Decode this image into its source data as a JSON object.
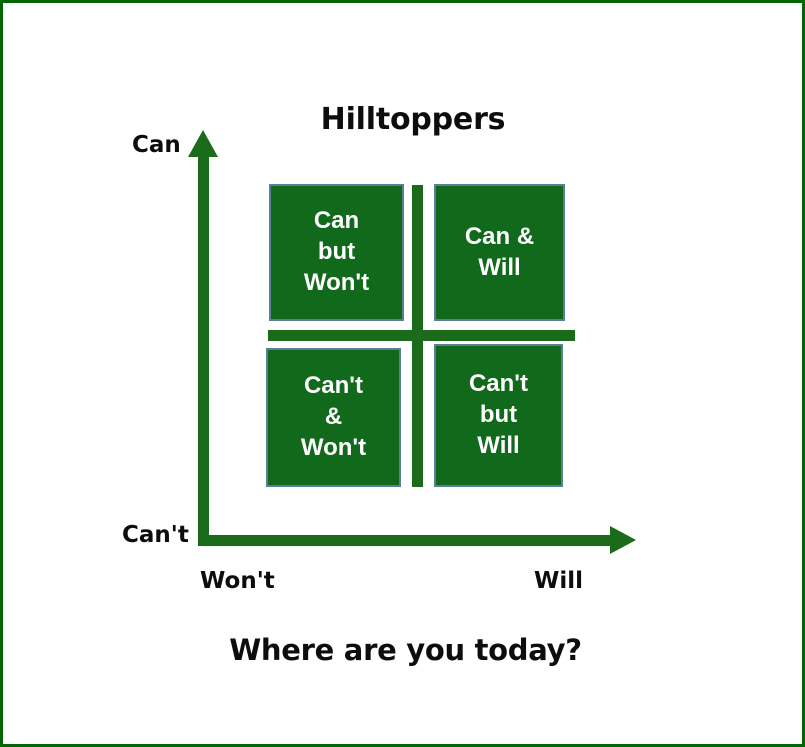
{
  "diagram": {
    "title": "Hilltoppers",
    "caption": "Where are you today?",
    "border_color": "#006600",
    "background_color": "#ffffff"
  },
  "axes": {
    "y_top_label": "Can",
    "y_bottom_label": "Can't",
    "x_left_label": "Won't",
    "x_right_label": "Will",
    "axis_color": "#1a6b1a"
  },
  "quadrants": [
    {
      "id": "can-but-wont",
      "label": "Can\nbut\nWon't",
      "position": "top-left",
      "x_value": "Won't",
      "y_value": "Can",
      "fill_color": "#11691b",
      "border_color": "#5b7f96",
      "text_color": "#ffffff"
    },
    {
      "id": "can-and-will",
      "label": "Can &\nWill",
      "position": "top-right",
      "x_value": "Will",
      "y_value": "Can",
      "fill_color": "#11691b",
      "border_color": "#5b7f96",
      "text_color": "#ffffff"
    },
    {
      "id": "cant-and-wont",
      "label": "Can't\n&\nWon't",
      "position": "bottom-left",
      "x_value": "Won't",
      "y_value": "Can't",
      "fill_color": "#11691b",
      "border_color": "#5b7f96",
      "text_color": "#ffffff"
    },
    {
      "id": "cant-but-will",
      "label": "Can't\nbut\nWill",
      "position": "bottom-right",
      "x_value": "Will",
      "y_value": "Can't",
      "fill_color": "#11691b",
      "border_color": "#5b7f96",
      "text_color": "#ffffff"
    }
  ],
  "chart_data": {
    "type": "scatter",
    "title": "Hilltoppers",
    "subtitle": "Where are you today?",
    "xlabel": "",
    "ylabel": "",
    "x_ticklabels": [
      "Won't",
      "Will"
    ],
    "y_ticklabels": [
      "Can't",
      "Can"
    ],
    "grid": false,
    "legend_position": "none",
    "annotations": [
      {
        "quadrant": "top-left",
        "text": "Can but Won't"
      },
      {
        "quadrant": "top-right",
        "text": "Can & Will"
      },
      {
        "quadrant": "bottom-left",
        "text": "Can't & Won't"
      },
      {
        "quadrant": "bottom-right",
        "text": "Can't but Will"
      }
    ]
  }
}
